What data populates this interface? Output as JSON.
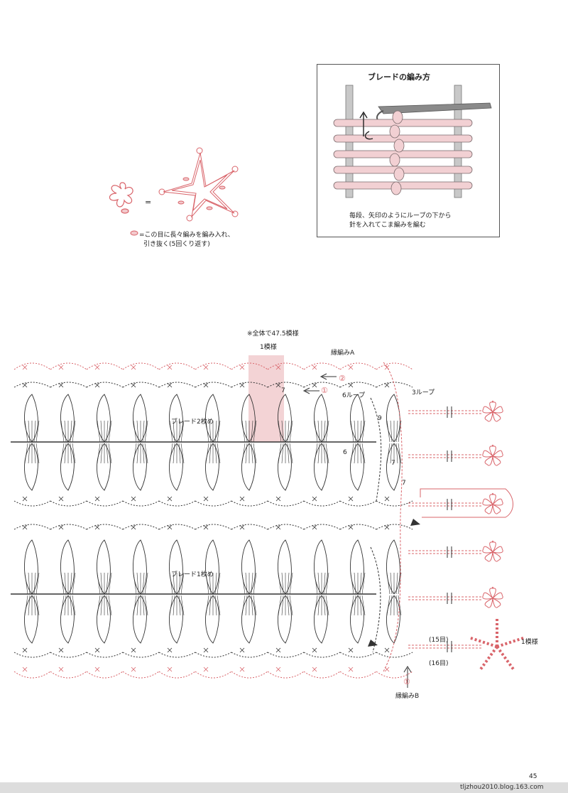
{
  "legend": {
    "equals": "=",
    "note_line1": "=この目に長々編みを編み入れ、",
    "note_line2": "引き抜く(5回くり返す)"
  },
  "braid_box": {
    "title": "ブレードの編み方",
    "caption_line1": "毎段、矢印のようにループの下から",
    "caption_line2": "針を入れてこま編みを編む"
  },
  "chart": {
    "total": "※全体で47.5模様",
    "one_repeat": "1模様",
    "edging_a": "縁編みA",
    "braid2": "ブレード2枚め",
    "braid1": "ブレード1枚め",
    "loop6": "6ループ",
    "loop3": "3ループ",
    "num7a": "7",
    "num9": "9",
    "num6": "6",
    "num7b": "7",
    "num7c": "7",
    "circle1": "①",
    "circle2": "②",
    "st15": "(15目)",
    "st16": "(16目)",
    "one_repeat_right": "1模様",
    "circle1_bottom": "①",
    "edging_b": "縁編みB"
  },
  "page_number": "45",
  "watermark": "tljzhou2010.blog.163.com",
  "colors": {
    "pink": "#d9646a",
    "pink_fill": "#f2c9cc",
    "highlight": "#f3d3d5",
    "ink": "#333333"
  }
}
